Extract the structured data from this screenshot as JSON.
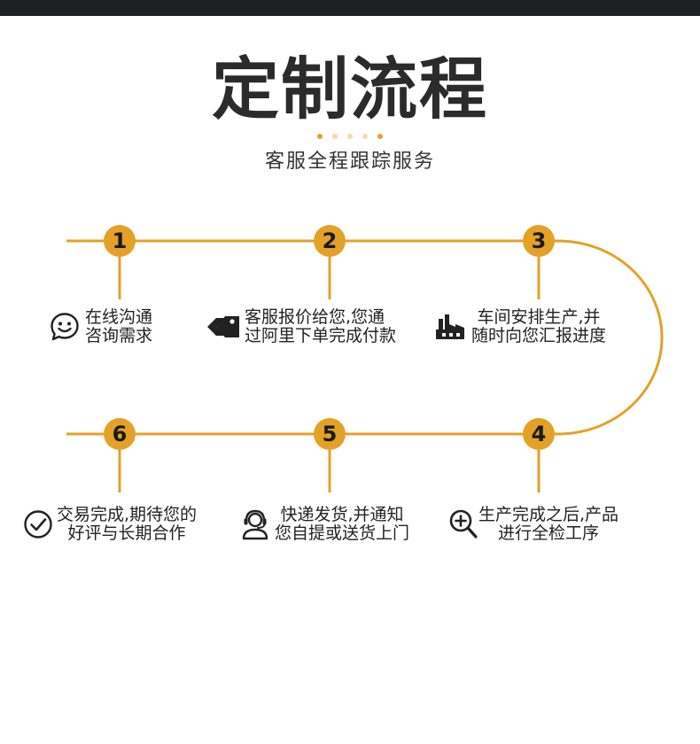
{
  "header": {
    "title": "定制流程",
    "subtitle": "客服全程跟踪服务",
    "dot_colors": [
      "#e3a127",
      "#f2d9b0",
      "#f2d9b0",
      "#f2d9b0",
      "#e3a127"
    ]
  },
  "colors": {
    "accent": "#e3a127",
    "text": "#222222",
    "topbar": "#1f2024"
  },
  "steps": [
    {
      "number": "1",
      "icon": "chat-bubble-smile-icon",
      "lines": [
        "在线沟通",
        "咨询需求"
      ]
    },
    {
      "number": "2",
      "icon": "price-tag-icon",
      "lines": [
        "客服报价给您,您通",
        "过阿里下单完成付款"
      ]
    },
    {
      "number": "3",
      "icon": "factory-icon",
      "lines": [
        "车间安排生产,并",
        "随时向您汇报进度"
      ]
    },
    {
      "number": "4",
      "icon": "magnifier-plus-icon",
      "lines": [
        "生产完成之后,产品",
        "进行全检工序"
      ]
    },
    {
      "number": "5",
      "icon": "customer-service-headset-icon",
      "lines": [
        "快递发货,并通知",
        "您自提或送货上门"
      ]
    },
    {
      "number": "6",
      "icon": "check-circle-icon",
      "lines": [
        "交易完成,期待您的",
        "好评与长期合作"
      ]
    }
  ]
}
